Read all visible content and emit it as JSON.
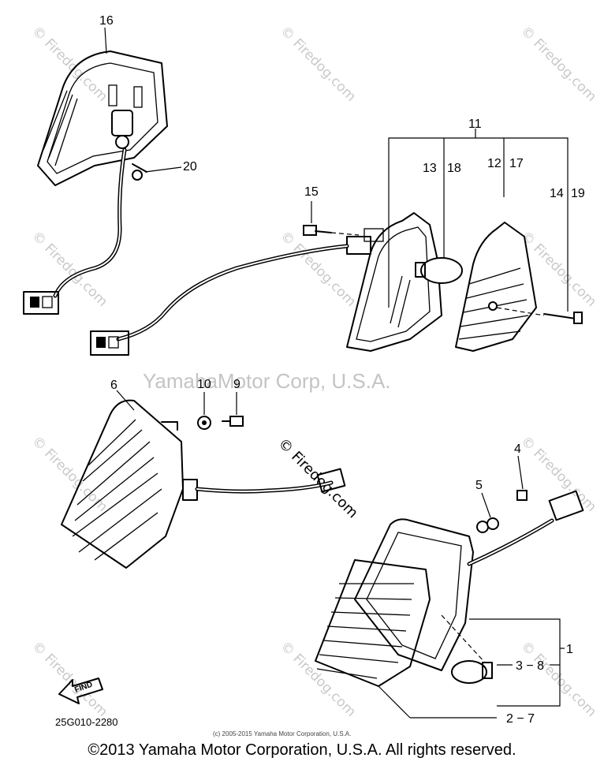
{
  "diagram": {
    "callouts": {
      "c1": "1",
      "c2_7": "2 − 7",
      "c3_8": "3 − 8",
      "c4": "4",
      "c5": "5",
      "c6": "6",
      "c9": "9",
      "c10": "10",
      "c11": "11",
      "c12": "12",
      "c13": "13",
      "c14": "14",
      "c15": "15",
      "c16": "16",
      "c17": "17",
      "c18": "18",
      "c19": "19",
      "c20": "20"
    },
    "diagram_code": "25G010-2280",
    "find_label": "FIND",
    "small_copyright": "(c) 2005-2015 Yamaha Motor Corporation, U.S.A.",
    "watermark_main": "YamahaMotor Corp, U.S.A.",
    "watermark_site": "© Firedog.com"
  },
  "footer": {
    "copyright": "©2013 Yamaha Motor Corporation, U.S.A. All rights reserved."
  }
}
